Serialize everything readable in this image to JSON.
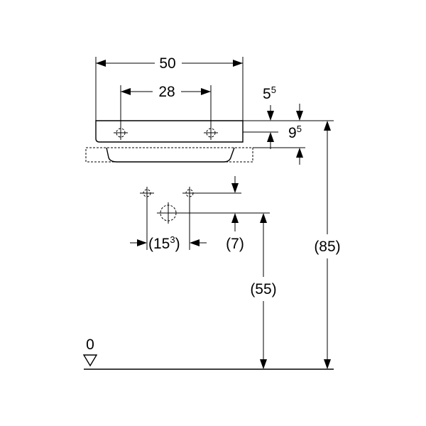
{
  "labels": {
    "width_overall": "50",
    "hole_spacing": "28",
    "top_offset_base": "5",
    "top_offset_sup": "5",
    "rim_height_base": "9",
    "rim_height_sup": "5",
    "trap_spacing_open": "(15",
    "trap_spacing_sup": "3",
    "trap_spacing_close": ")",
    "trap_offset": "(7)",
    "trap_height": "(55)",
    "rim_total_height": "(85)",
    "floor_level": "0"
  },
  "colors": {
    "line": "#000000",
    "background": "#ffffff"
  }
}
